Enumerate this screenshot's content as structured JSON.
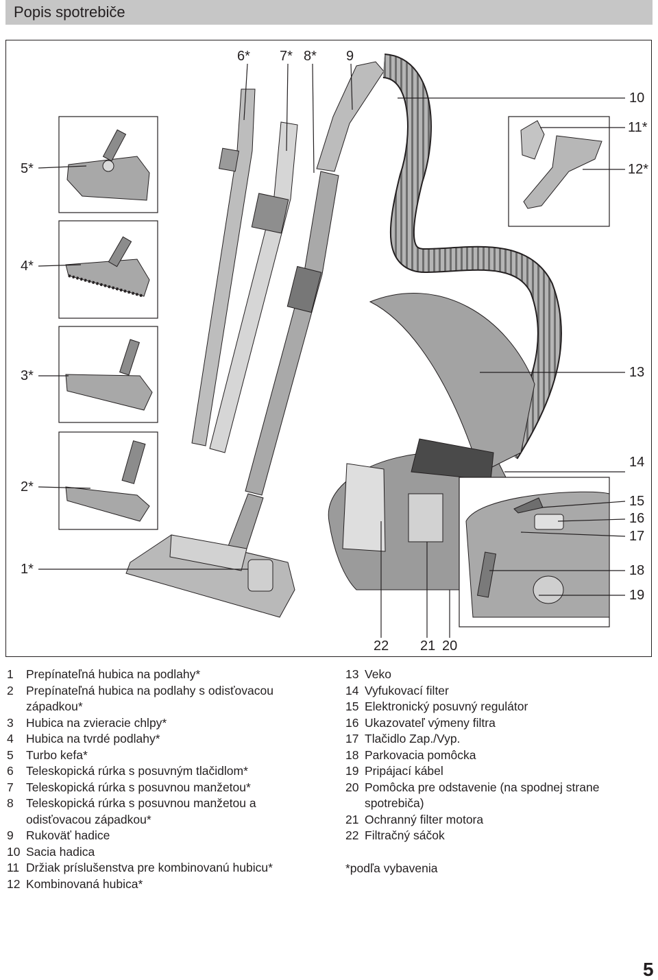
{
  "header": {
    "title": "Popis spotrebiče"
  },
  "callouts": {
    "c1": "1*",
    "c2": "2*",
    "c3": "3*",
    "c4": "4*",
    "c5": "5*",
    "c6": "6*",
    "c7": "7*",
    "c8": "8*",
    "c9": "9",
    "c10": "10",
    "c11": "11*",
    "c12": "12*",
    "c13": "13",
    "c14": "14",
    "c15": "15",
    "c16": "16",
    "c17": "17",
    "c18": "18",
    "c19": "19",
    "c20": "20",
    "c21": "21",
    "c22": "22"
  },
  "legend_left": [
    {
      "num": "1",
      "text": "Prepínateľná hubica na podlahy*"
    },
    {
      "num": "2",
      "text": "Prepínateľná hubica na podlahy s odisťovacou západkou*"
    },
    {
      "num": "3",
      "text": "Hubica na zvieracie chlpy*"
    },
    {
      "num": "4",
      "text": "Hubica na tvrdé podlahy*"
    },
    {
      "num": "5",
      "text": "Turbo kefa*"
    },
    {
      "num": "6",
      "text": "Teleskopická rúrka s posuvným tlačidlom*"
    },
    {
      "num": "7",
      "text": "Teleskopická rúrka s posuvnou manžetou*"
    },
    {
      "num": "8",
      "text": "Teleskopická rúrka s posuvnou manžetou a odisťovacou západkou*"
    },
    {
      "num": "9",
      "text": "Rukoväť hadice"
    },
    {
      "num": "10",
      "text": "Sacia hadica"
    },
    {
      "num": "11",
      "text": "Držiak príslušenstva pre kombinovanú hubicu*"
    },
    {
      "num": "12",
      "text": "Kombinovaná hubica*"
    }
  ],
  "legend_right": [
    {
      "num": "13",
      "text": "Veko"
    },
    {
      "num": "14",
      "text": "Vyfukovací filter"
    },
    {
      "num": "15",
      "text": "Elektronický posuvný regulátor"
    },
    {
      "num": "16",
      "text": "Ukazovateľ výmeny filtra"
    },
    {
      "num": "17",
      "text": "Tlačidlo Zap./Vyp."
    },
    {
      "num": "18",
      "text": "Parkovacia pomôcka"
    },
    {
      "num": "19",
      "text": "Pripájací kábel"
    },
    {
      "num": "20",
      "text": "Pomôcka pre odstavenie (na spodnej strane spotrebiča)"
    },
    {
      "num": "21",
      "text": "Ochranný filter motora"
    },
    {
      "num": "22",
      "text": "Filtračný sáčok"
    }
  ],
  "footnote": "*podľa vybavenia",
  "page_number": "5",
  "colors": {
    "header_bg": "#c6c6c6",
    "ink": "#231f20",
    "body_grey": "#9a9a9a",
    "light_grey": "#d9d9d9"
  }
}
